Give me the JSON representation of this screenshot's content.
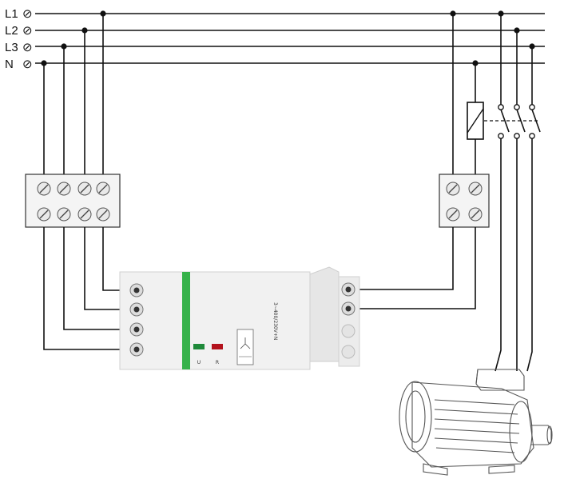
{
  "lines": [
    {
      "label": "L1",
      "symbol": "⊘"
    },
    {
      "label": "L2",
      "symbol": "⊘"
    },
    {
      "label": "L3",
      "symbol": "⊘"
    },
    {
      "label": "N",
      "symbol": "⊘"
    }
  ],
  "relay": {
    "rating_text": "3~400/230V+N",
    "led_green_label": "U",
    "led_red_label": "R",
    "accent_color": "#36b24a",
    "led_green_color": "#1f8a3a",
    "led_red_color": "#b3121c"
  }
}
